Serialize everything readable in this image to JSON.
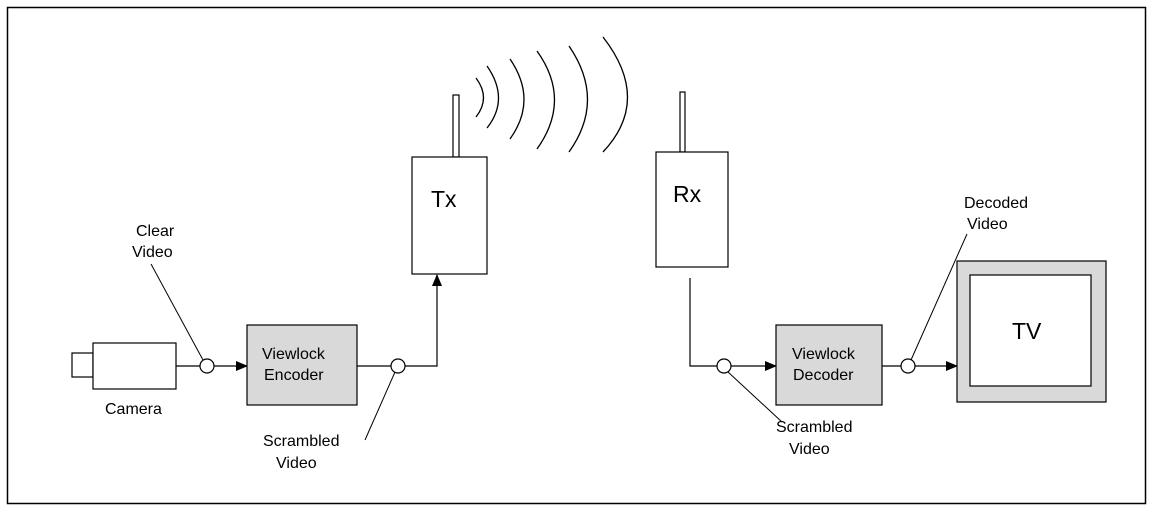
{
  "labels": {
    "clear_video_1": "Clear",
    "clear_video_2": "Video",
    "camera": "Camera",
    "encoder_1": "Viewlock",
    "encoder_2": "Encoder",
    "scrambled_tx_1": "Scrambled",
    "scrambled_tx_2": "Video",
    "tx": "Tx",
    "rx": "Rx",
    "decoder_1": "Viewlock",
    "decoder_2": "Decoder",
    "scrambled_rx_1": "Scrambled",
    "scrambled_rx_2": "Video",
    "decoded_video_1": "Decoded",
    "decoded_video_2": "Video",
    "tv": "TV"
  },
  "colors": {
    "block_fill": "#d9d9d9",
    "tv_bezel": "#d9d9d9",
    "line": "#000000",
    "background": "#ffffff"
  }
}
